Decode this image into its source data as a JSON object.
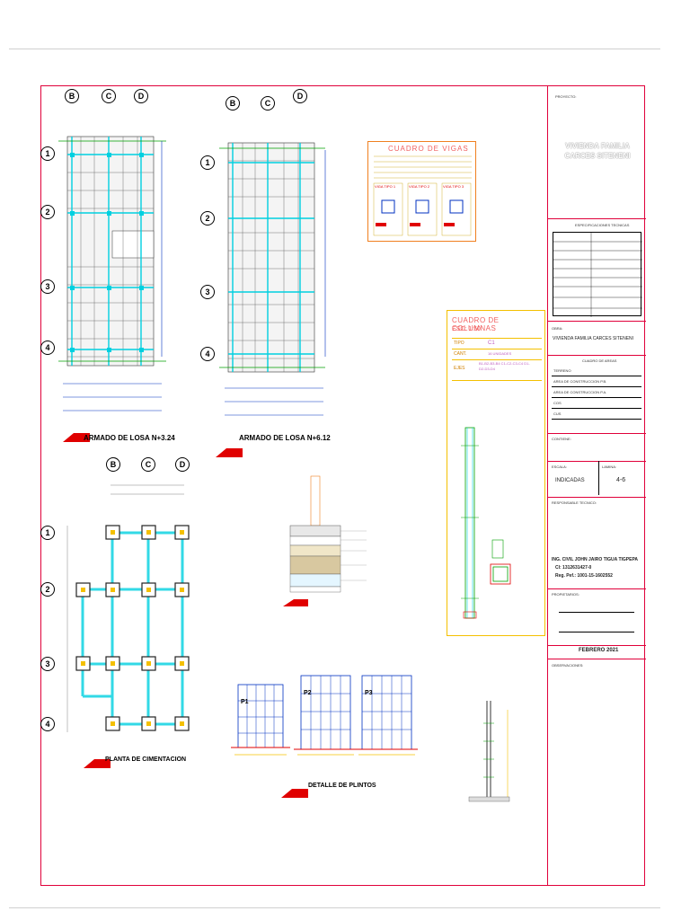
{
  "sheet": {
    "plans": {
      "losa1_title": "ARMADO DE LOSA  N+3.24",
      "losa2_title": "ARMADO DE LOSA  N+6.12",
      "cimentacion_title": "PLANTA DE CIMENTACION",
      "plintos_title": "DETALLE DE PLINTOS",
      "axes_letters": [
        "B",
        "C",
        "D"
      ],
      "axes_numbers": [
        "1",
        "2",
        "3",
        "4"
      ]
    },
    "vigas_table": {
      "title": "CUADRO DE VIGAS",
      "types": [
        "VIGA TIPO 1",
        "VIGA TIPO 2",
        "VIGA TIPO 3"
      ]
    },
    "columnas_table": {
      "title": "CUADRO DE COLUMNAS",
      "scale": "ESC: 1:50",
      "rows": [
        {
          "label": "TIPO",
          "value": "C1"
        },
        {
          "label": "CANT.",
          "value": "16 UNIDADES"
        },
        {
          "label": "EJES",
          "value": "B1-B2-B3-B4 C1-C2-C3-C4 D1-D2-D3-D4"
        }
      ]
    },
    "plinto_labels": [
      "P1",
      "P2",
      "P3"
    ]
  },
  "title_block": {
    "proyecto_label": "PROYECTO:",
    "project_name": "VIVIENDA FAMILIA CARCES SITENENI",
    "especificaciones_title": "ESPECIFICACIONES TECNICAS",
    "obra_label": "OBRA:",
    "obra_value": "VIVIENDA FAMILIA CARCES SITENENI",
    "cuadro_areas_title": "CUADRO DE AREAS",
    "areas_rows": [
      "TERRENO",
      "AREA DE CONSTRUCCION P.B.",
      "AREA DE CONSTRUCCION P.A.",
      "COS",
      "CUS"
    ],
    "contiene_label": "CONTIENE:",
    "escala_label": "ESCALA:",
    "escala_value": "INDICADAS",
    "lamina_label": "LAMINA:",
    "lamina_value": "4-6",
    "responsable_label": "RESPONSABLE TECNICO:",
    "engineer_name": "ING. CIVIL JOHN JAIRO TIGUA TIGPEPA",
    "engineer_ci": "CI: 1312631427-0",
    "engineer_reg": "Reg. Pef.: 1001-15-1602552",
    "propietarios_label": "PROPIETARIOS:",
    "date": "FEBRERO 2021",
    "observaciones_label": "OBSERVACIONES:"
  },
  "colors": {
    "border": "#e0003a",
    "cyan": "#00d0e0",
    "yellow": "#f4c000",
    "red": "#e00000",
    "orange": "#f08020"
  }
}
